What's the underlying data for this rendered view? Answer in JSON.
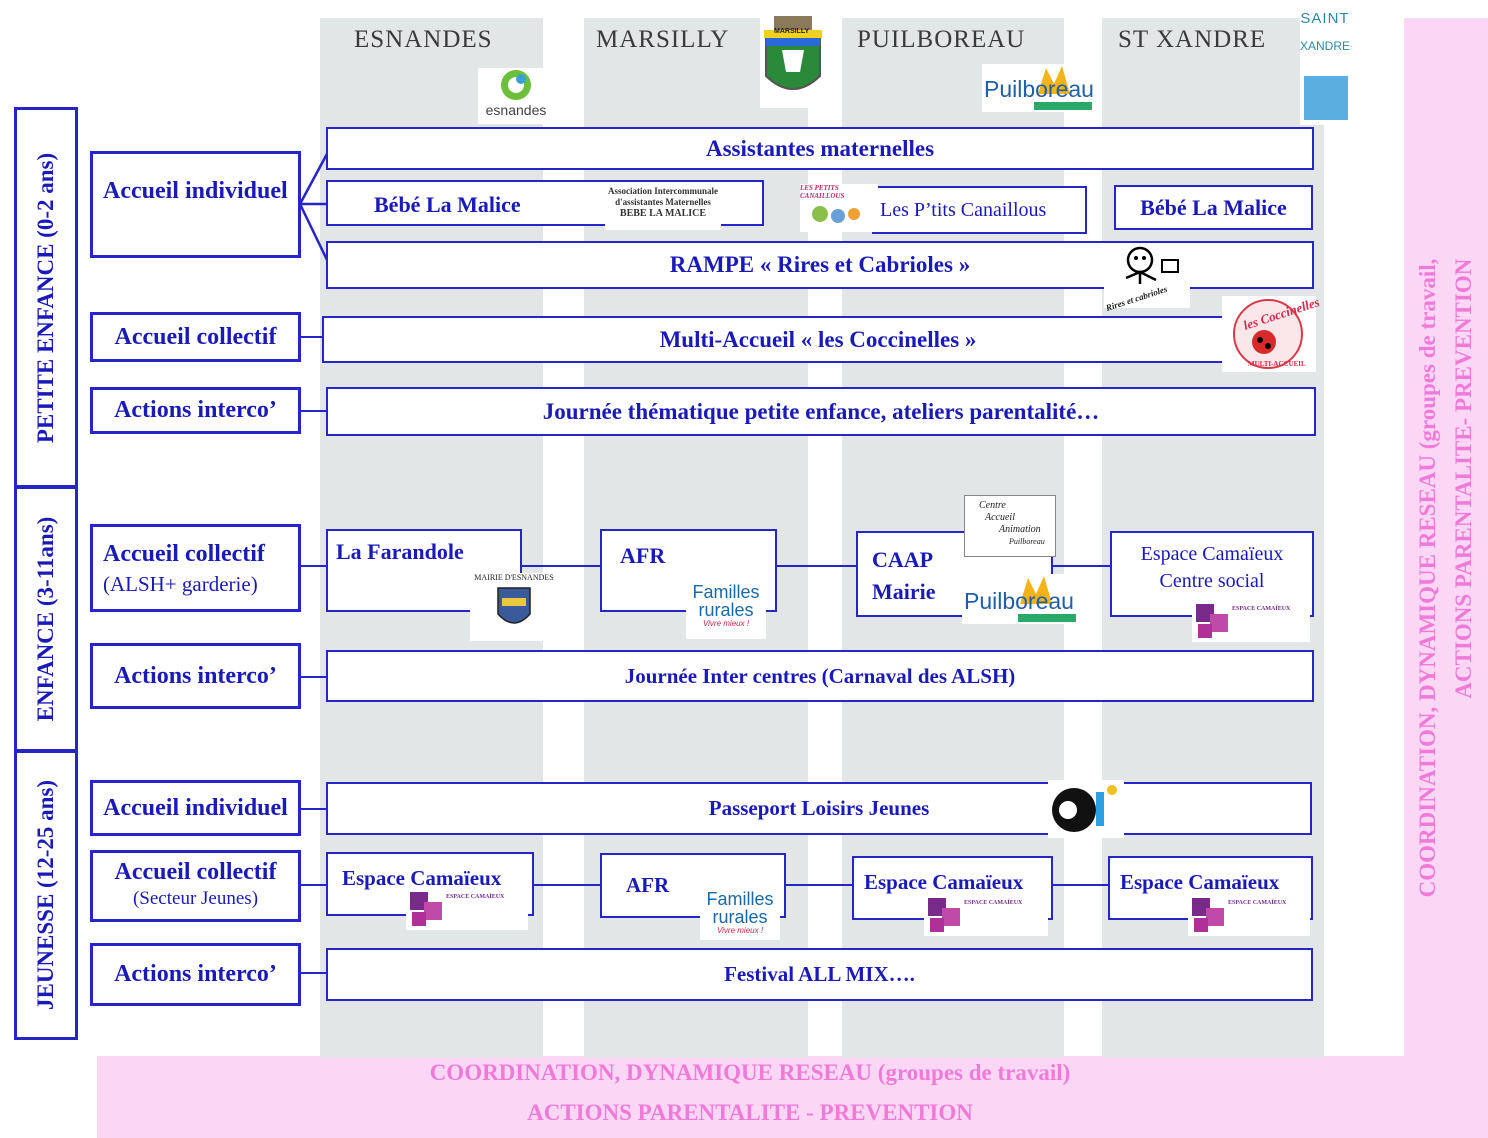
{
  "towns": [
    "ESNANDES",
    "MARSILLY",
    "PUILBOREAU",
    "ST XANDRE"
  ],
  "sections": {
    "petite_enfance": "PETITE ENFANCE (0-2 ans)",
    "enfance": "ENFANCE (3-11ans)",
    "jeunesse": "JEUNESSE  (12-25 ans)"
  },
  "categories": {
    "pe_individuel": "Accueil individuel",
    "pe_collectif": "Accueil collectif",
    "pe_interco": "Actions interco’",
    "enf_collectif_1": "Accueil collectif",
    "enf_collectif_2": "(ALSH+ garderie)",
    "enf_interco": "Actions interco’",
    "jeu_individuel": "Accueil individuel",
    "jeu_collectif_1": "Accueil collectif",
    "jeu_collectif_2": "(Secteur Jeunes)",
    "jeu_interco": "Actions interco’"
  },
  "services": {
    "assistantes": "Assistantes maternelles",
    "bebe_malice_1": "Bébé La Malice",
    "ptits_canaillous": "Les P’tits Canaillous",
    "bebe_malice_2": "Bébé La Malice",
    "rampe": "RAMPE « Rires et Cabrioles »",
    "multi_accueil": "Multi-Accueil « les Coccinelles »",
    "journee_pe": "Journée thématique petite enfance, ateliers parentalité…",
    "farandole": "La Farandole",
    "afr_enf": "AFR",
    "caap_1": "CAAP",
    "caap_2": "Mairie",
    "camaieux_enf_1": "Espace Camaïeux",
    "camaieux_enf_2": "Centre social",
    "journee_inter": "Journée Inter centres (Carnaval des ALSH)",
    "passeport": "Passeport Loisirs Jeunes",
    "camaieux_j1": "Espace Camaïeux",
    "afr_j": "AFR",
    "camaieux_j3": "Espace Camaïeux",
    "camaieux_j4": "Espace Camaïeux",
    "festival": "Festival ALL MIX…."
  },
  "logos": {
    "esnandes": "esnandes",
    "puilboreau_1": "Puilboreau",
    "puilboreau_2": "Puilboreau",
    "saint_xandre_1": "SAINT",
    "saint_xandre_2": "XANDRE",
    "marsilly": "MARSILLY",
    "asso_bebe_1": "Association Intercommunale",
    "asso_bebe_2": "d'assistantes Maternelles",
    "asso_bebe_3": "BEBE LA MALICE",
    "canaillous": "LES PETITS CANAILLOUS",
    "rires_cabrioles": "Rires et cabrioles",
    "coccinelles_1": "les Coccinelles",
    "coccinelles_2": "MULTI-ACCUEIL",
    "mairie_esnandes": "MAIRIE D'ESNANDES",
    "familles_rurales_1": "Familles",
    "familles_rurales_2": "rurales",
    "familles_rurales_3": "Vivre mieux !",
    "centre_accueil_1": "Centre",
    "centre_accueil_2": "Accueil",
    "centre_accueil_3": "Animation",
    "centre_accueil_4": "Puilboreau",
    "espace_camaieux_logo": "ESPACE CAMAÏEUX",
    "bij": "bij"
  },
  "footer": {
    "line1": "COORDINATION, DYNAMIQUE RESEAU (groupes de travail)",
    "line2": "ACTIONS PARENTALITE - PREVENTION"
  },
  "side": {
    "line1": "COORDINATION, DYNAMIQUE RESEAU (groupes de travail,",
    "line2": "ACTIONS PARENTALITE- PREVENTION"
  },
  "colors": {
    "blue": "#2525c8",
    "pink": "#fbd7f5",
    "pink_text": "#f07ad8",
    "column_gray": "#e3e6e6"
  }
}
